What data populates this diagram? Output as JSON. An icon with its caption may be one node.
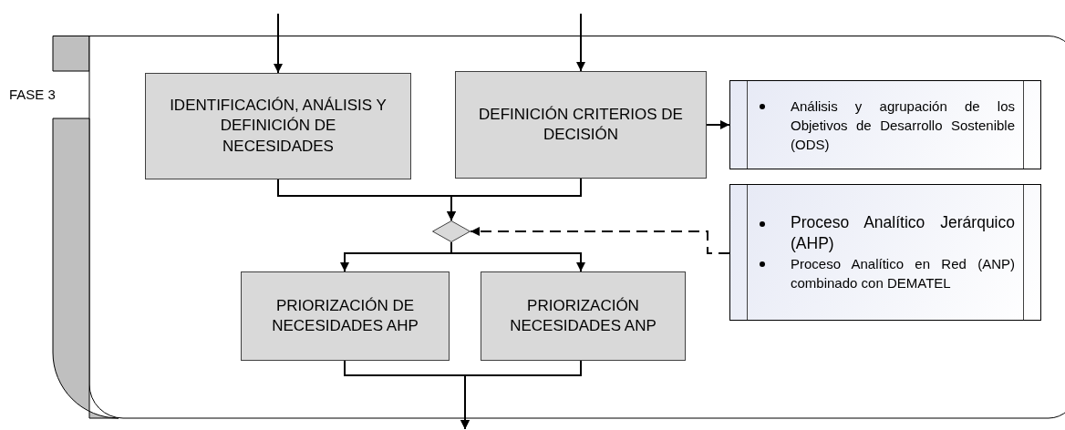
{
  "diagram": {
    "nodes": [
      {
        "text": [
          "FASE 3"
        ]
      },
      {
        "text": [
          "IDENTIFICACIÓN, ANÁLISIS Y DEFINICIÓN DE NECESIDADES"
        ],
        "in": 0
      },
      {
        "text": [
          "DEFINICIÓN CRITERIOS DE DECISIÓN"
        ],
        "in": 0
      },
      {
        "text": [
          "Análisis y agrupación de los Objetivos de Desarrollo Sostenible (ODS)"
        ],
        "in": 0
      },
      {
        "text": [],
        "shape": "diamond",
        "in": 0
      },
      {
        "text": [
          "Proceso Analítico Jerárquico (AHP)",
          "Proceso Analítico en Red (ANP) combinado con DEMATEL"
        ],
        "in": 0
      },
      {
        "text": [
          "PRIORIZACIÓN DE NECESIDADES AHP"
        ],
        "in": 0
      },
      {
        "text": [
          "PRIORIZACIÓN NECESIDADES ANP"
        ],
        "in": 0
      }
    ],
    "edges": [
      {
        "from": null,
        "to": 1,
        "arrow": "to"
      },
      {
        "from": null,
        "to": 2,
        "arrow": "to"
      },
      {
        "from": 2,
        "to": 3,
        "arrow": "to"
      },
      {
        "from": 1,
        "to": 4,
        "arrow": "to"
      },
      {
        "from": 2,
        "to": 4,
        "arrow": "to"
      },
      {
        "from": 5,
        "to": 4,
        "arrow": "to",
        "style": "dashed"
      },
      {
        "from": 4,
        "to": 6,
        "arrow": "to"
      },
      {
        "from": 4,
        "to": 7,
        "arrow": "to"
      },
      {
        "from": 6,
        "to": null,
        "arrow": "to"
      },
      {
        "from": 7,
        "to": null,
        "arrow": "to"
      }
    ]
  }
}
